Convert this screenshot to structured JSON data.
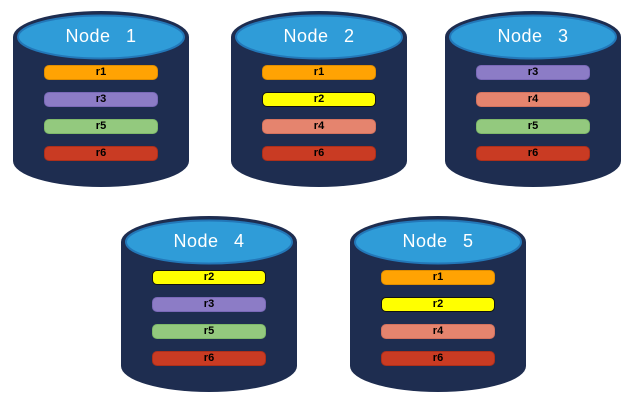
{
  "diagram": {
    "nodes": [
      {
        "label": "Node 1",
        "replicas": [
          "r1",
          "r3",
          "r5",
          "r6"
        ]
      },
      {
        "label": "Node 2",
        "replicas": [
          "r1",
          "r2",
          "r4",
          "r6"
        ]
      },
      {
        "label": "Node 3",
        "replicas": [
          "r3",
          "r4",
          "r5",
          "r6"
        ]
      },
      {
        "label": "Node 4",
        "replicas": [
          "r2",
          "r3",
          "r5",
          "r6"
        ]
      },
      {
        "label": "Node 5",
        "replicas": [
          "r1",
          "r2",
          "r4",
          "r6"
        ]
      }
    ],
    "replica_styles": {
      "r1": {
        "fill": "#FFA303",
        "border": "#E08E00"
      },
      "r2": {
        "fill": "#FFFF00",
        "border": "#111111"
      },
      "r3": {
        "fill": "#8C7CC6",
        "border": "#7A69B8"
      },
      "r4": {
        "fill": "#E5846E",
        "border": "#D4725E"
      },
      "r5": {
        "fill": "#93C97E",
        "border": "#7EB96A"
      },
      "r6": {
        "fill": "#C93B23",
        "border": "#AE2F1A"
      }
    },
    "colors": {
      "cylinder_body": "#1E2D50",
      "cylinder_top_fill": "#2F9CD8",
      "cylinder_top_border": "#2377B8",
      "bar_text": "#000000",
      "node_title_text": "#FFFFFF",
      "background": "#FFFFFF"
    }
  }
}
